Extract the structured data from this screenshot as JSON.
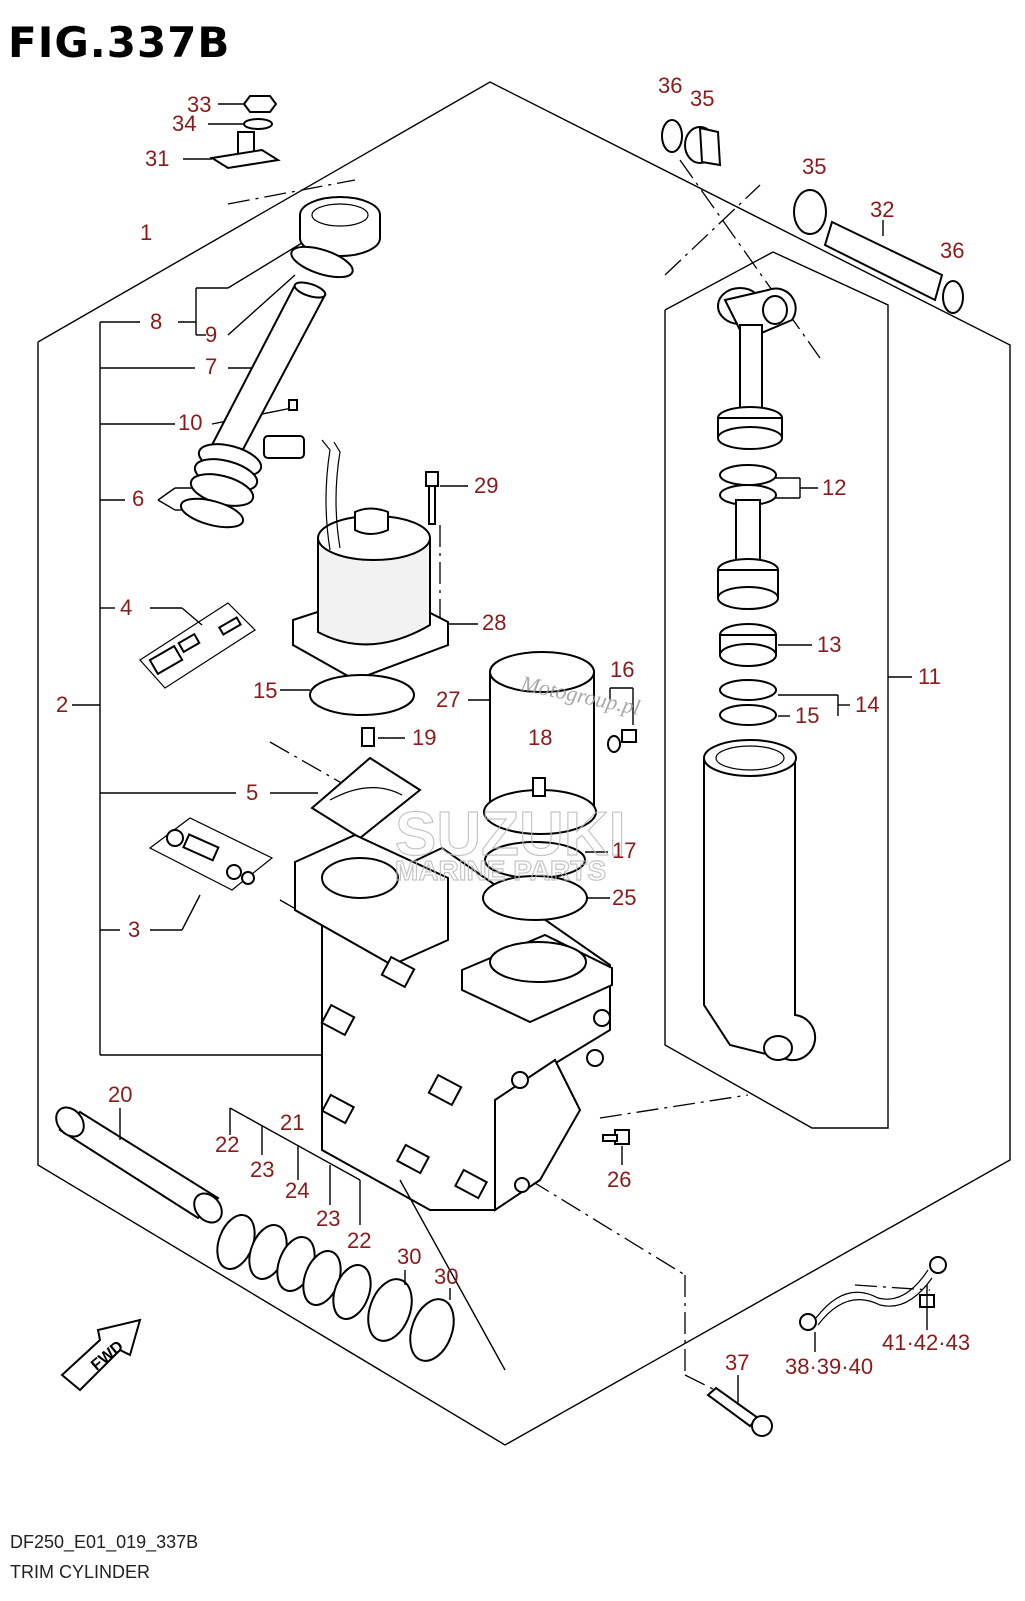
{
  "figure": {
    "title": "FIG.337B",
    "code": "DF250_E01_019_337B",
    "name": "TRIM CYLINDER",
    "fwd_label": "FWD"
  },
  "watermark": {
    "brand": "SUZUKI",
    "sub": "MARINE PARTS",
    "script": "Motogroup.pl"
  },
  "colors": {
    "callout": "#8b1a1a",
    "line": "#000000"
  },
  "callouts": {
    "c1": "1",
    "c2": "2",
    "c3": "3",
    "c4": "4",
    "c5": "5",
    "c6": "6",
    "c7": "7",
    "c8": "8",
    "c9": "9",
    "c10": "10",
    "c11": "11",
    "c12": "12",
    "c13": "13",
    "c14": "14",
    "c15a": "15",
    "c15b": "15",
    "c16": "16",
    "c17": "17",
    "c18": "18",
    "c19": "19",
    "c20": "20",
    "c21": "21",
    "c22a": "22",
    "c22b": "22",
    "c23a": "23",
    "c23b": "23",
    "c24": "24",
    "c25": "25",
    "c26": "26",
    "c27": "27",
    "c28": "28",
    "c29": "29",
    "c30a": "30",
    "c30b": "30",
    "c31": "31",
    "c32": "32",
    "c33": "33",
    "c34": "34",
    "c35a": "35",
    "c35b": "35",
    "c36a": "36",
    "c36b": "36",
    "c37": "37",
    "c38": "38·39·40",
    "c41": "41·42·43"
  }
}
